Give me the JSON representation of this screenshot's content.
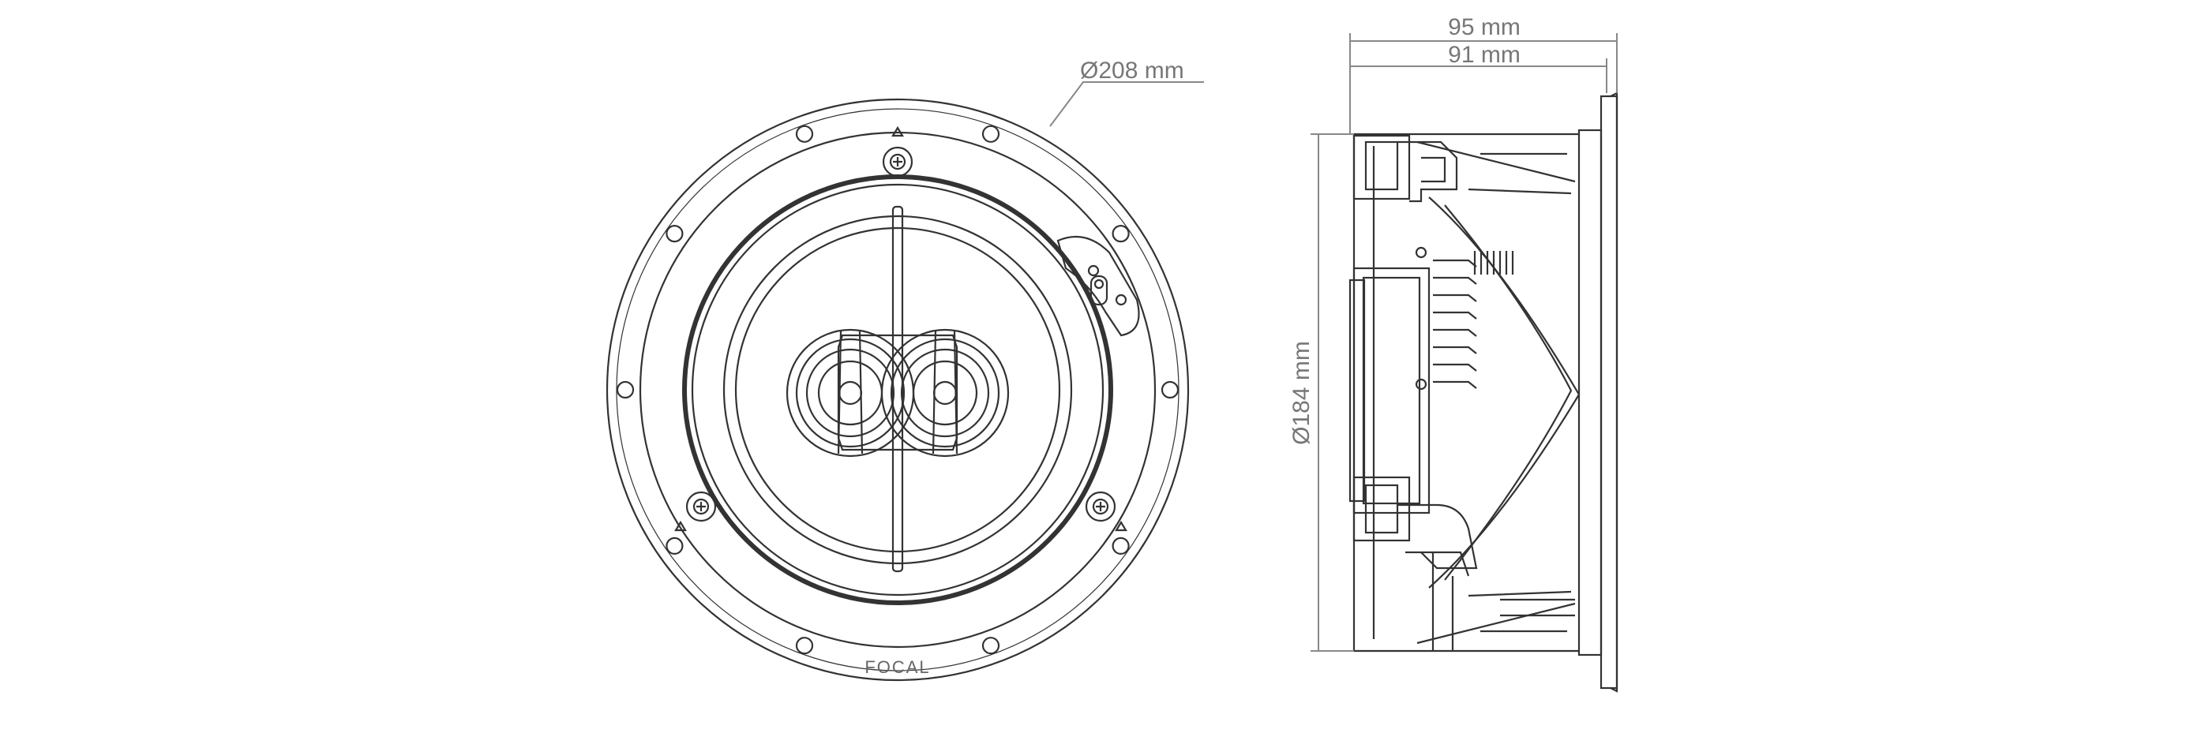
{
  "dimensions": {
    "outer_diameter": "Ø208 mm",
    "cutout_diameter": "Ø184 mm",
    "total_depth": "95 mm",
    "mounting_depth": "91 mm"
  },
  "brand": "FOCAL",
  "colors": {
    "line": "#333333",
    "dim_line": "#888888",
    "dim_text": "#777777",
    "background": "#ffffff"
  }
}
